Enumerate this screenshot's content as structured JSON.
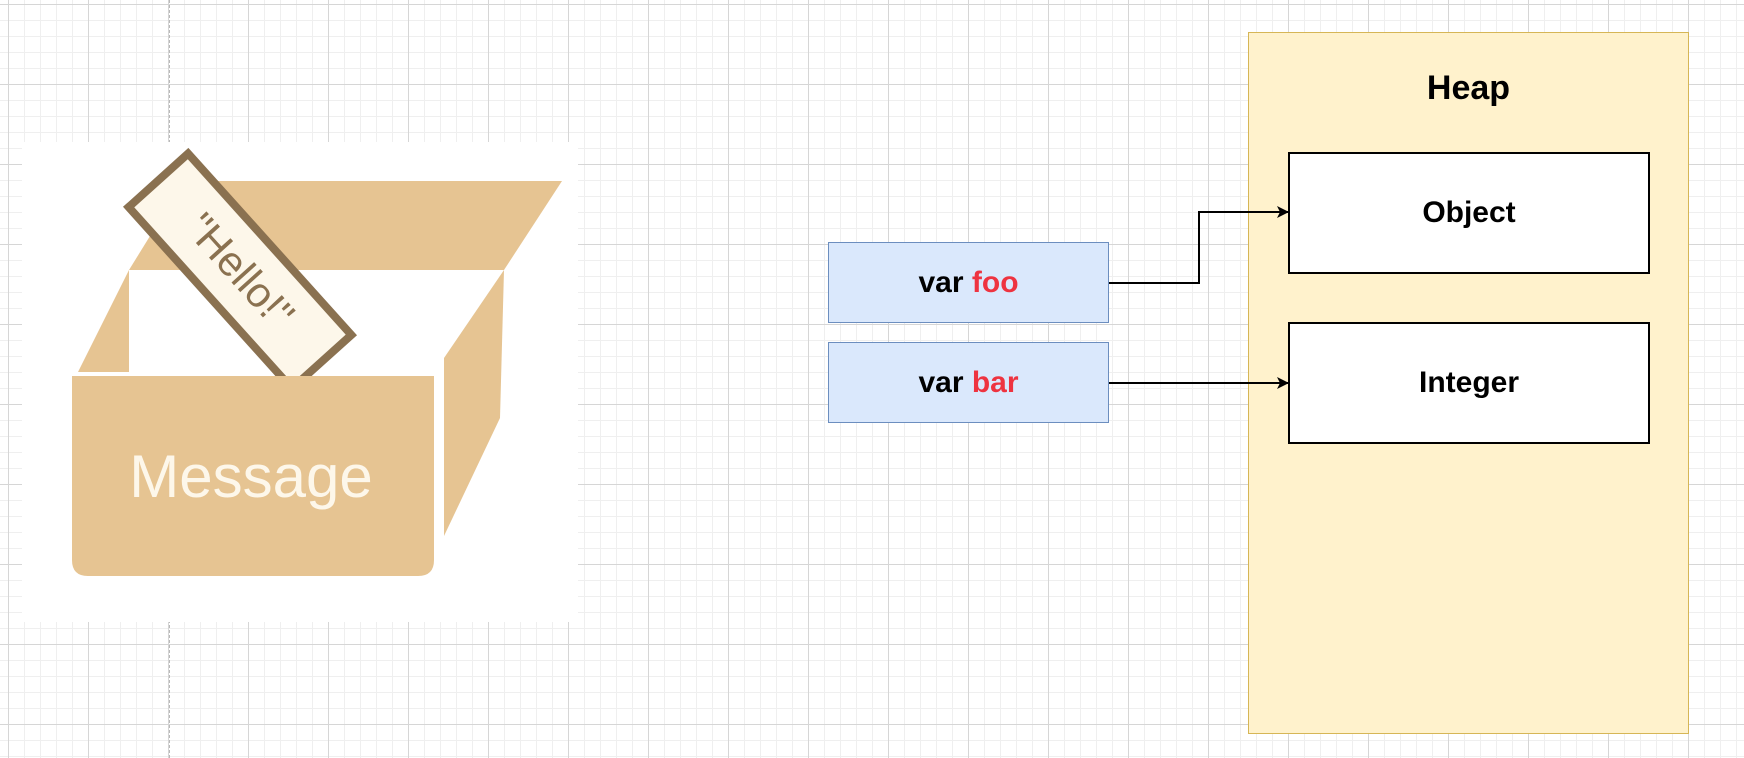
{
  "illustration": {
    "label_text": "Message",
    "tag_text": "\"Hello!\"",
    "colors": {
      "box": "#e6c492",
      "tag_fill": "#fdf7ea",
      "tag_border": "#8a7150",
      "label": "#fdf7ea"
    }
  },
  "variables": [
    {
      "keyword": "var",
      "name": "foo"
    },
    {
      "keyword": "var",
      "name": "bar"
    }
  ],
  "heap": {
    "title": "Heap",
    "items": [
      "Object",
      "Integer"
    ]
  },
  "colors": {
    "var_fill": "#dae8fc",
    "var_border": "#6c8ebf",
    "var_name": "#ee3340",
    "heap_fill": "#fff2cc",
    "heap_border": "#d6b656"
  }
}
